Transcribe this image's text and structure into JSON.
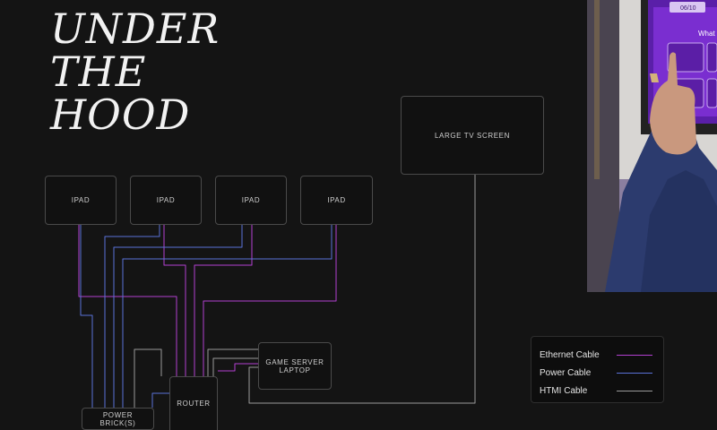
{
  "slide": {
    "title_lines": [
      "UNDER",
      "THE",
      "HOOD"
    ]
  },
  "diagram": {
    "nodes": {
      "ipad_1": "IPAD",
      "ipad_2": "IPAD",
      "ipad_3": "IPAD",
      "ipad_4": "IPAD",
      "large_tv": "LARGE TV SCREEN",
      "router": "ROUTER",
      "power_brick": "POWER BRICK(S)",
      "game_server": "GAME SERVER LAPTOP"
    },
    "connections": [
      {
        "from": "IPAD 1",
        "to": "ROUTER",
        "type": "Ethernet Cable"
      },
      {
        "from": "IPAD 2",
        "to": "ROUTER",
        "type": "Ethernet Cable"
      },
      {
        "from": "IPAD 3",
        "to": "ROUTER",
        "type": "Ethernet Cable"
      },
      {
        "from": "IPAD 4",
        "to": "ROUTER",
        "type": "Ethernet Cable"
      },
      {
        "from": "IPAD 1",
        "to": "POWER BRICK(S)",
        "type": "Power Cable"
      },
      {
        "from": "IPAD 2",
        "to": "POWER BRICK(S)",
        "type": "Power Cable"
      },
      {
        "from": "IPAD 3",
        "to": "POWER BRICK(S)",
        "type": "Power Cable"
      },
      {
        "from": "IPAD 4",
        "to": "POWER BRICK(S)",
        "type": "Power Cable"
      },
      {
        "from": "ROUTER",
        "to": "GAME SERVER LAPTOP",
        "type": "Ethernet Cable"
      },
      {
        "from": "GAME SERVER LAPTOP",
        "to": "LARGE TV SCREEN",
        "type": "HTMI Cable"
      }
    ]
  },
  "legend": {
    "items": [
      {
        "label": "Ethernet Cable",
        "color": "#b23fd0"
      },
      {
        "label": "Power Cable",
        "color": "#5a72d8"
      },
      {
        "label": "HTMI Cable",
        "color": "#9a9a9a"
      }
    ]
  },
  "colors": {
    "ethernet": "#b23fd0",
    "power": "#5a72d8",
    "hdmi": "#9a9a9a",
    "background": "#141414"
  },
  "photo": {
    "kiosk_header": "06/10",
    "kiosk_question_prefix": "What"
  }
}
